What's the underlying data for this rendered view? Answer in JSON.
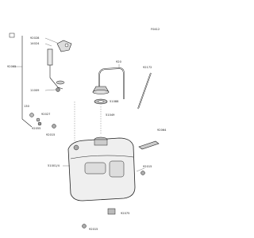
{
  "diagram": {
    "page_code": "F0412",
    "parts": {
      "p92028": "92028",
      "p14024": "14024",
      "p92065": "92065",
      "p11009": "11009",
      "p130": "130",
      "p92027": "92027",
      "p92055": "92055",
      "p92015": "92015",
      "p92172": "92172",
      "p920": "920",
      "p51088": "51088",
      "p51049": "51049",
      "p92064": "92064",
      "p51001_4": "51001/4",
      "p92015b": "92015",
      "p92075": "92075",
      "p92015c": "92015"
    },
    "colors": {
      "line": "#222222",
      "part": "#555555",
      "fill": "#e8e8e8"
    }
  }
}
